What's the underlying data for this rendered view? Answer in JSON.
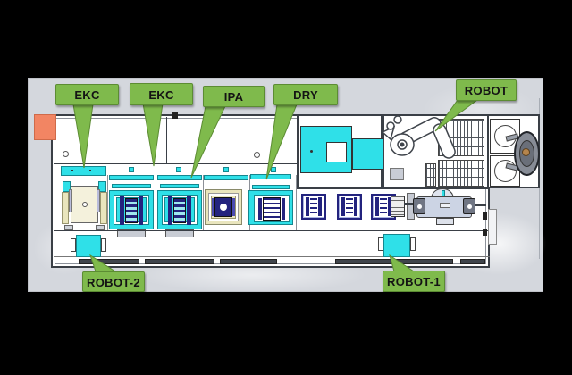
{
  "window": {
    "background": "#000000"
  },
  "panel": {
    "background": "#d4d7dd"
  },
  "colors": {
    "callout_green": "#7fba4c",
    "callout_border": "#5c8c33",
    "machine_cyan": "#2fe0e8",
    "navy": "#23237e",
    "khaki": "#e9e5bd",
    "orange_marker": "#f28563",
    "line_gray": "#3a3f46"
  },
  "callouts": [
    {
      "id": "ekc-1",
      "label": "EKC"
    },
    {
      "id": "ekc-2",
      "label": "EKC"
    },
    {
      "id": "ipa",
      "label": "IPA"
    },
    {
      "id": "dry",
      "label": "DRY"
    },
    {
      "id": "robot",
      "label": "ROBOT"
    },
    {
      "id": "robot-2",
      "label": "ROBOT-2"
    },
    {
      "id": "robot-1",
      "label": "ROBOT-1"
    }
  ]
}
